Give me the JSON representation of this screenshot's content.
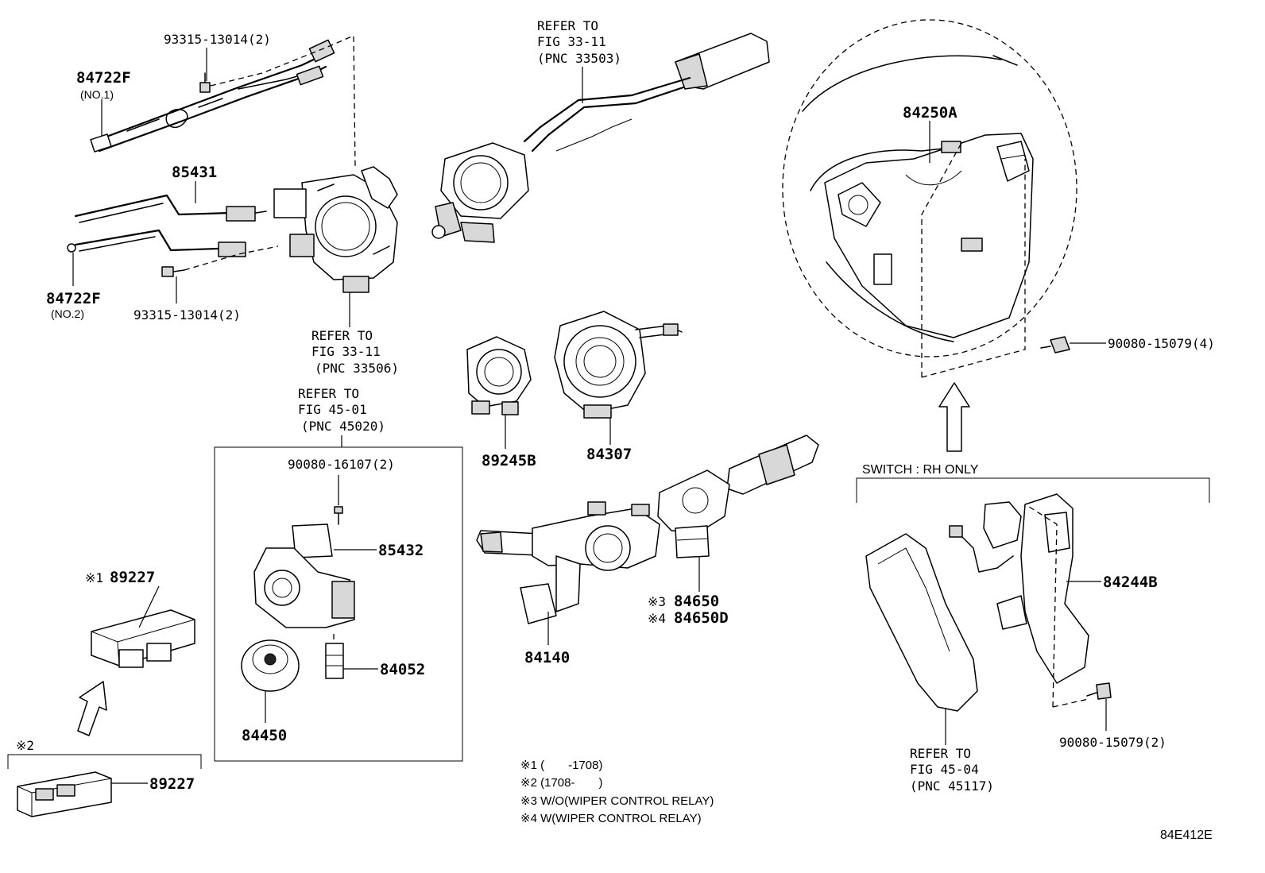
{
  "parts": {
    "p84722F_1": "84722F",
    "p84722F_1_sub": "(NO.1)",
    "p84722F_2": "84722F",
    "p84722F_2_sub": "(NO.2)",
    "p93315_top": "93315-13014(2)",
    "p93315_bottom": "93315-13014(2)",
    "p85431": "85431",
    "p84250A": "84250A",
    "p90080_15079_4": "90080-15079(4)",
    "p89245B": "89245B",
    "p84307": "84307",
    "p90080_16107": "90080-16107(2)",
    "p85432": "85432",
    "p84052": "84052",
    "p84450": "84450",
    "p89227_a": "89227",
    "p89227_a_mark": "※1",
    "p89227_b": "89227",
    "p84650_mark": "※3",
    "p84650": "84650",
    "p84650D_mark": "※4",
    "p84650D": "84650D",
    "p84140": "84140",
    "p84244B": "84244B",
    "p90080_15079_2": "90080-15079(2)"
  },
  "refs": {
    "r33503": [
      "REFER TO",
      "FIG 33-11",
      "(PNC 33503)"
    ],
    "r33506": [
      "REFER TO",
      "FIG 33-11",
      "(PNC 33506)"
    ],
    "r45020": [
      "REFER TO",
      "FIG 45-01",
      "(PNC 45020)"
    ],
    "r45117": [
      "REFER TO",
      "FIG 45-04",
      "(PNC 45117)"
    ]
  },
  "labels": {
    "switch_rh": "SWITCH : RH ONLY",
    "mark2": "※2"
  },
  "notes": [
    "※1 (　　-1708)",
    "※2 (1708-　　)",
    "※3 W/O(WIPER CONTROL RELAY)",
    "※4 W(WIPER CONTROL RELAY)"
  ],
  "figure_id": "84E412E"
}
